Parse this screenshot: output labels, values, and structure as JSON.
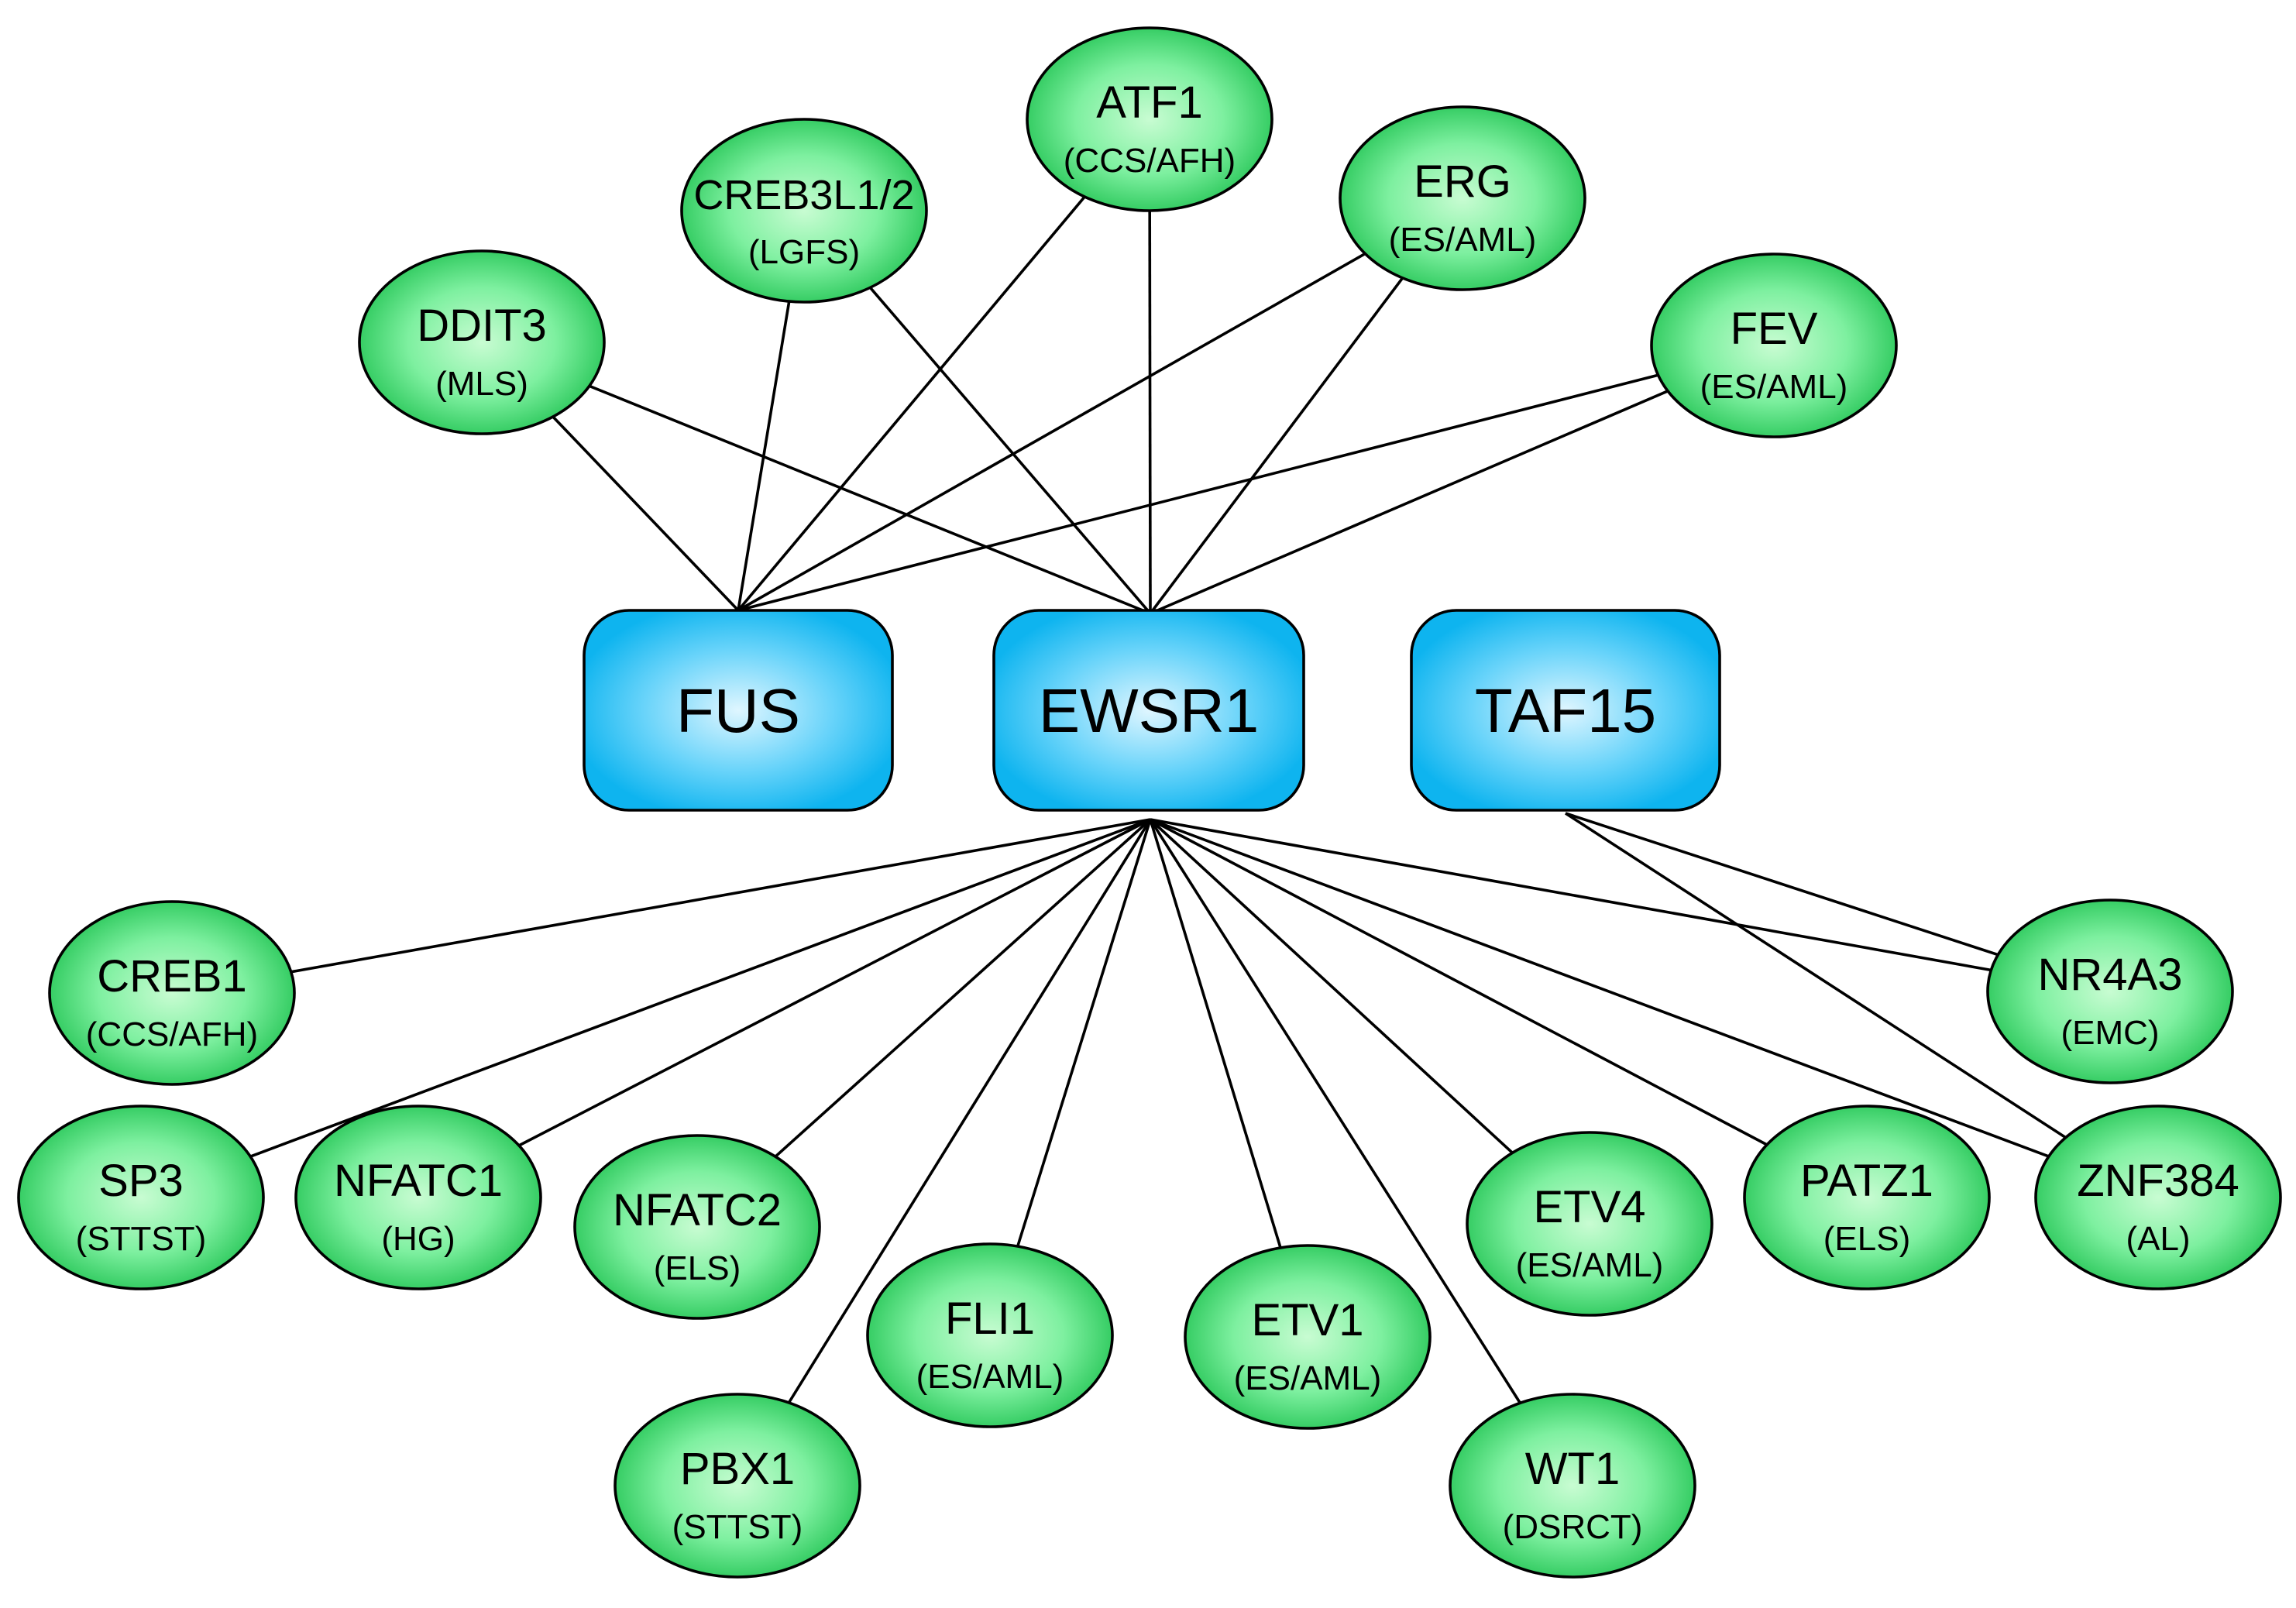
{
  "diagram": {
    "colors": {
      "partner_center": "#c8fcd2",
      "partner_mid": "#7ef0a0",
      "partner_edge": "#36cd64",
      "hub_center": "#dff6ff",
      "hub_mid": "#6ad4fa",
      "hub_edge": "#0eb4ef",
      "edge": "#000000"
    },
    "hubs": [
      {
        "id": "fus",
        "label": "FUS"
      },
      {
        "id": "ewsr1",
        "label": "EWSR1"
      },
      {
        "id": "taf15",
        "label": "TAF15"
      }
    ],
    "partners": [
      {
        "id": "ddit3",
        "name": "DDIT3",
        "disease": "(MLS)"
      },
      {
        "id": "creb3l1-2",
        "name": "CREB3L1/2",
        "disease": "(LGFS)"
      },
      {
        "id": "atf1",
        "name": "ATF1",
        "disease": "(CCS/AFH)"
      },
      {
        "id": "erg",
        "name": "ERG",
        "disease": "(ES/AML)"
      },
      {
        "id": "fev",
        "name": "FEV",
        "disease": "(ES/AML)"
      },
      {
        "id": "creb1",
        "name": "CREB1",
        "disease": "(CCS/AFH)"
      },
      {
        "id": "nr4a3",
        "name": "NR4A3",
        "disease": "(EMC)"
      },
      {
        "id": "sp3",
        "name": "SP3",
        "disease": "(STTST)"
      },
      {
        "id": "nfatc1",
        "name": "NFATC1",
        "disease": "(HG)"
      },
      {
        "id": "nfatc2",
        "name": "NFATC2",
        "disease": "(ELS)"
      },
      {
        "id": "fli1",
        "name": "FLI1",
        "disease": "(ES/AML)"
      },
      {
        "id": "etv1",
        "name": "ETV1",
        "disease": "(ES/AML)"
      },
      {
        "id": "etv4",
        "name": "ETV4",
        "disease": "(ES/AML)"
      },
      {
        "id": "patz1",
        "name": "PATZ1",
        "disease": "(ELS)"
      },
      {
        "id": "znf384",
        "name": "ZNF384",
        "disease": "(AL)"
      },
      {
        "id": "pbx1",
        "name": "PBX1",
        "disease": "(STTST)"
      },
      {
        "id": "wt1",
        "name": "WT1",
        "disease": "(DSRCT)"
      }
    ],
    "edges": [
      {
        "from": "ddit3",
        "to": "fus"
      },
      {
        "from": "ddit3",
        "to": "ewsr1"
      },
      {
        "from": "creb3l1-2",
        "to": "fus"
      },
      {
        "from": "creb3l1-2",
        "to": "ewsr1"
      },
      {
        "from": "atf1",
        "to": "fus"
      },
      {
        "from": "atf1",
        "to": "ewsr1"
      },
      {
        "from": "erg",
        "to": "fus"
      },
      {
        "from": "erg",
        "to": "ewsr1"
      },
      {
        "from": "fev",
        "to": "fus"
      },
      {
        "from": "fev",
        "to": "ewsr1"
      },
      {
        "from": "creb1",
        "to": "ewsr1"
      },
      {
        "from": "sp3",
        "to": "ewsr1"
      },
      {
        "from": "nfatc1",
        "to": "ewsr1"
      },
      {
        "from": "nfatc2",
        "to": "ewsr1"
      },
      {
        "from": "pbx1",
        "to": "ewsr1"
      },
      {
        "from": "fli1",
        "to": "ewsr1"
      },
      {
        "from": "etv1",
        "to": "ewsr1"
      },
      {
        "from": "wt1",
        "to": "ewsr1"
      },
      {
        "from": "etv4",
        "to": "ewsr1"
      },
      {
        "from": "patz1",
        "to": "ewsr1"
      },
      {
        "from": "znf384",
        "to": "ewsr1"
      },
      {
        "from": "nr4a3",
        "to": "ewsr1"
      },
      {
        "from": "nr4a3",
        "to": "taf15"
      },
      {
        "from": "znf384",
        "to": "taf15"
      }
    ]
  }
}
